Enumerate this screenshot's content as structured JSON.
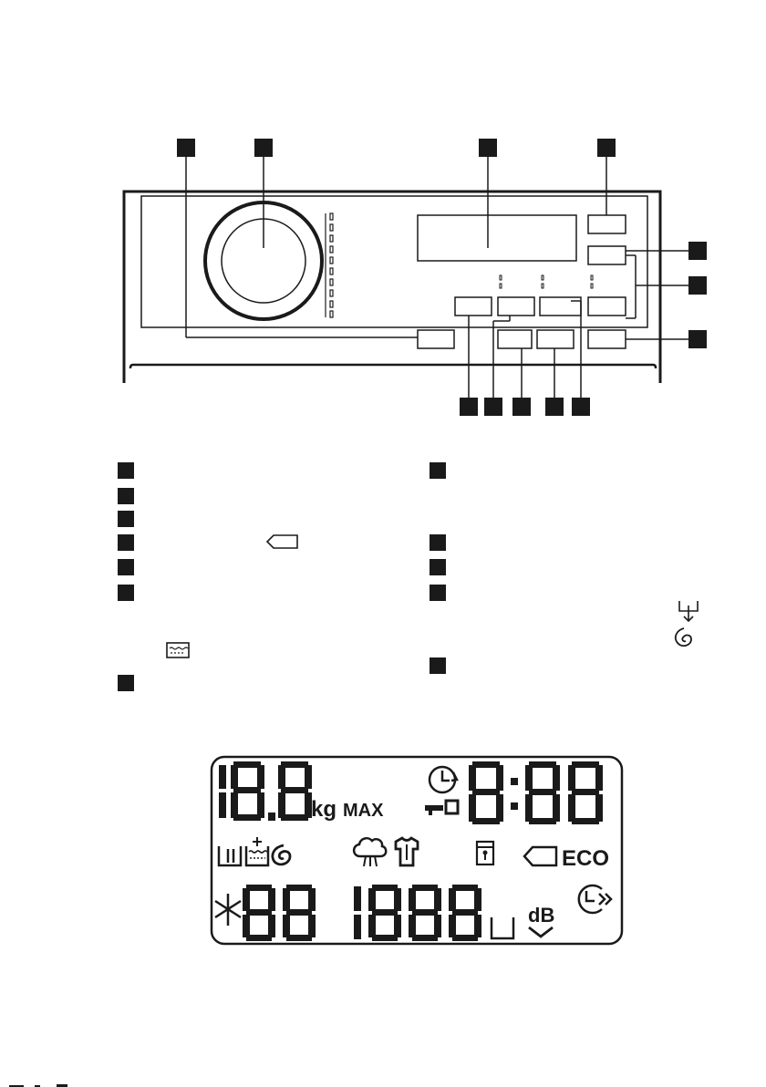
{
  "display_panel": {
    "unit_kg": "kg",
    "unit_max": "MAX",
    "eco_label": "ECO",
    "db_label": "dB",
    "icons": [
      "key-icon",
      "delay-clock-icon",
      "prewash-icon",
      "extra-rinse-icon",
      "spin-icon",
      "steam-icon",
      "shirt-icon",
      "door-lock-icon",
      "detergent-tag-icon",
      "temperature-icon",
      "empty-basket-icon",
      "time-save-icon"
    ]
  },
  "diagram": {
    "callout_count_top": 4,
    "callout_count_right": 3,
    "callout_count_bottom": 5,
    "legend_count_left": 7,
    "legend_count_right": 5
  }
}
